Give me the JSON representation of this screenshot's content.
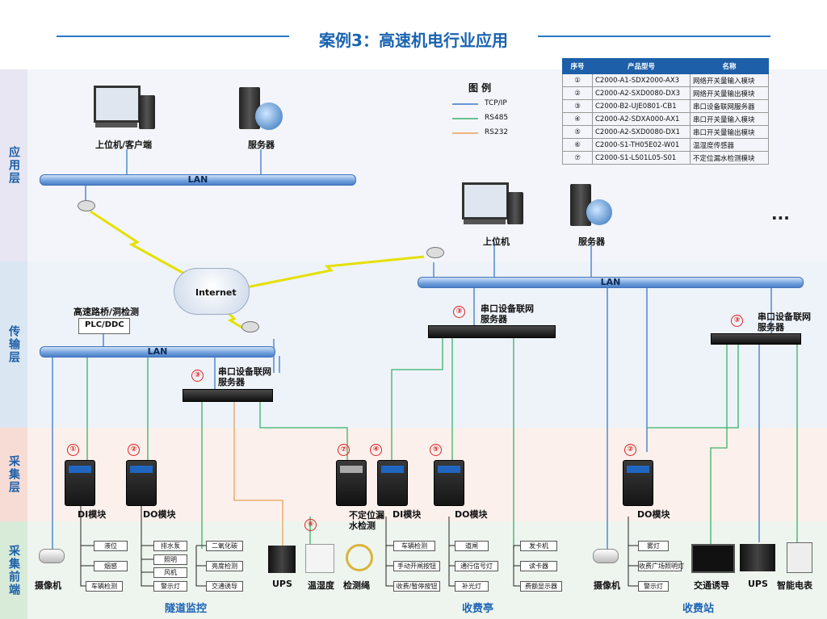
{
  "title": "案例3：高速机电行业应用",
  "layers": [
    "应用层",
    "传输层",
    "采集层",
    "采集前端"
  ],
  "legend": {
    "title": "图 例",
    "items": [
      {
        "label": "TCP/IP",
        "color": "#3a78c8"
      },
      {
        "label": "RS485",
        "color": "#39b26a"
      },
      {
        "label": "RS232",
        "color": "#e8a25a"
      }
    ]
  },
  "product_table": {
    "headers": [
      "序号",
      "产品型号",
      "名称"
    ],
    "rows": [
      [
        "①",
        "C2000-A1-SDX2000-AX3",
        "网络开关量输入模块"
      ],
      [
        "②",
        "C2000-A2-SXD0080-DX3",
        "网络开关量输出模块"
      ],
      [
        "③",
        "C2000-B2-UJE0801-CB1",
        "串口设备联网服务器"
      ],
      [
        "④",
        "C2000-A2-SDXA000-AX1",
        "串口开关量输入模块"
      ],
      [
        "⑤",
        "C2000-A2-SXD0080-DX1",
        "串口开关量输出模块"
      ],
      [
        "⑥",
        "C2000-S1-TH05E02-W01",
        "温湿度传感器"
      ],
      [
        "⑦",
        "C2000-S1-LS01L05-S01",
        "不定位漏水检测模块"
      ]
    ]
  },
  "nodes": {
    "pc_client": "上位机/客户端",
    "server1": "服务器",
    "pc2": "上位机",
    "server2": "服务器",
    "internet": "Internet",
    "lan": "LAN",
    "bridge": "高速路桥/洞检测",
    "plc": "PLC/DDC",
    "serial_server": "串口设备联网服务器",
    "serial_server_l1": "串口设备联网",
    "serial_server_l2": "服务器",
    "ellipsis": "...",
    "di": "DI模块",
    "do": "DO模块",
    "leak_l1": "不定位漏",
    "leak_l2": "水检测",
    "camera": "摄像机",
    "ups": "UPS",
    "temp": "温湿度",
    "rope": "检测绳",
    "traffic": "交通诱导",
    "meter": "智能电表"
  },
  "markers": {
    "n1": "①",
    "n2": "②",
    "n3": "③",
    "n4": "④",
    "n5": "⑤",
    "n6": "⑥",
    "n7": "⑦"
  },
  "front_boxes": {
    "di1": [
      "液位",
      "烟感",
      "车辆检测"
    ],
    "do1": [
      "排水泵",
      "照明",
      "风机",
      "警示灯"
    ],
    "mid": [
      "二氧化碳",
      "亮度检测",
      "交通诱导"
    ],
    "di2": [
      "车辆检测",
      "手动开闸按钮",
      "收费/暂停按钮"
    ],
    "do2": [
      "道闸",
      "通行信号灯",
      "补光灯"
    ],
    "right_col": [
      "发卡机",
      "读卡器",
      "费额显示器"
    ],
    "do3": [
      "雾灯",
      "收费广场照明灯",
      "警示灯"
    ]
  },
  "sections": [
    "隧道监控",
    "收费亭",
    "收费站"
  ]
}
